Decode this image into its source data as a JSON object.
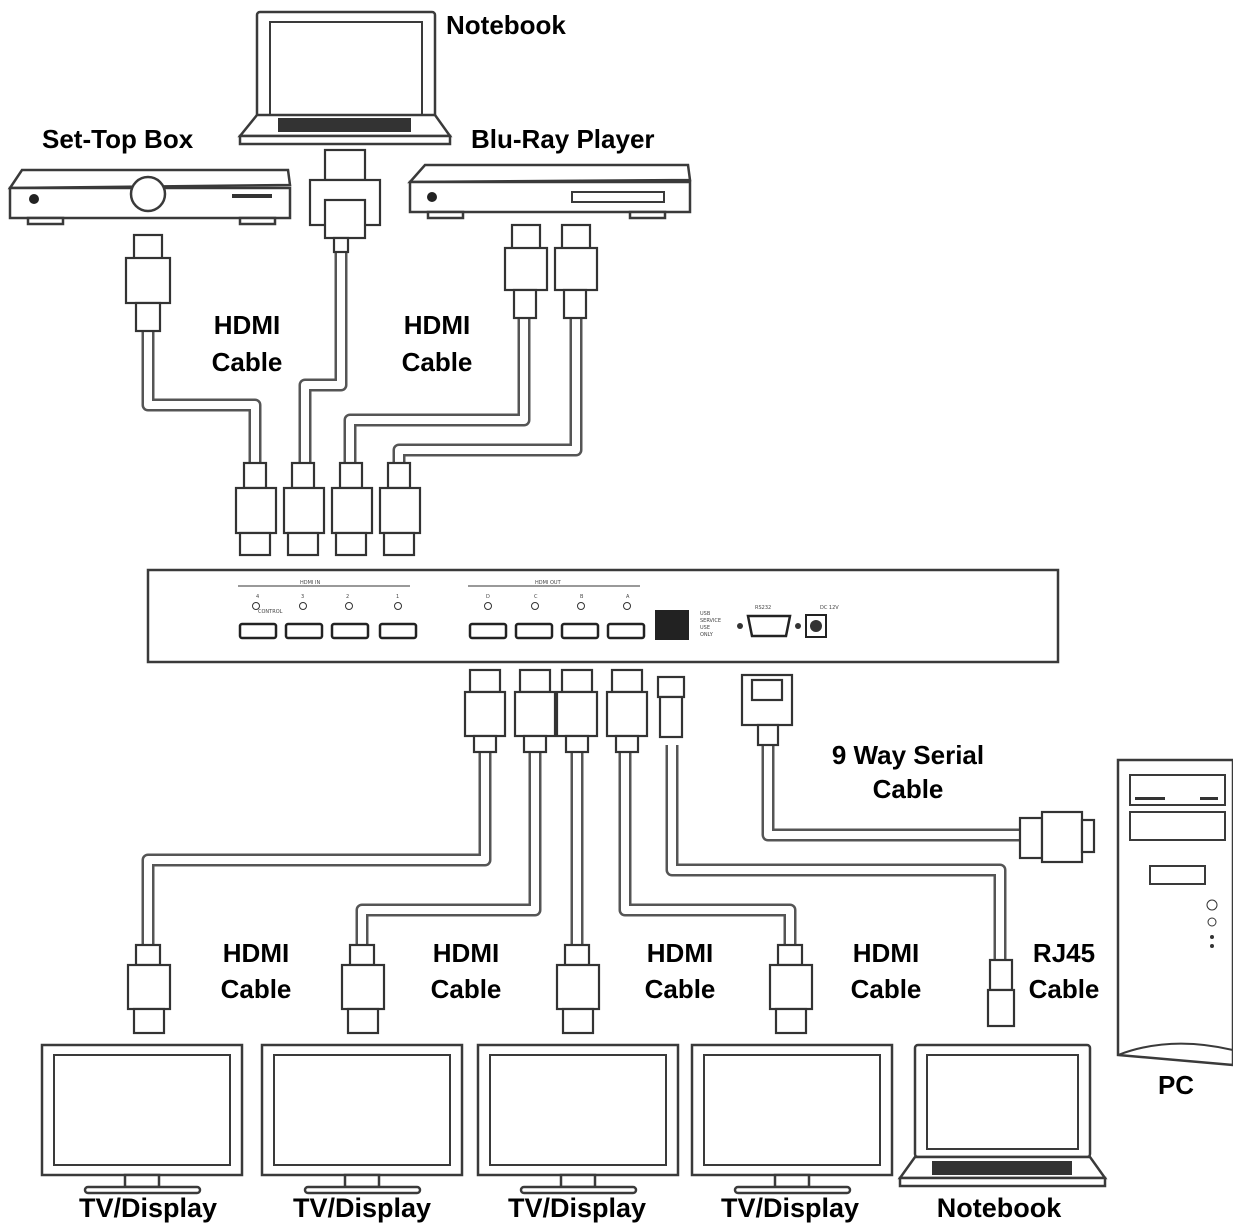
{
  "labels": {
    "notebook_top": "Notebook",
    "set_top_box": "Set-Top Box",
    "blu_ray_player": "Blu-Ray Player",
    "hdmi_cable_in_left": [
      "HDMI",
      "Cable"
    ],
    "hdmi_cable_in_right": [
      "HDMI",
      "Cable"
    ],
    "serial_cable": [
      "9 Way Serial",
      "Cable"
    ],
    "hdmi_cable_out_1": [
      "HDMI",
      "Cable"
    ],
    "hdmi_cable_out_2": [
      "HDMI",
      "Cable"
    ],
    "hdmi_cable_out_3": [
      "HDMI",
      "Cable"
    ],
    "hdmi_cable_out_4": [
      "HDMI",
      "Cable"
    ],
    "rj45_cable": [
      "RJ45",
      "Cable"
    ],
    "pc": "PC",
    "tv_display_1": "TV/Display",
    "tv_display_2": "TV/Display",
    "tv_display_3": "TV/Display",
    "tv_display_4": "TV/Display",
    "notebook_bottom": "Notebook"
  },
  "matrix_panel": {
    "hdmi_in": "HDMI IN",
    "hdmi_out": "HDMI OUT",
    "in_ports": [
      "4",
      "3",
      "2",
      "1"
    ],
    "out_ports": [
      "D",
      "C",
      "B",
      "A"
    ],
    "control": "CONTROL",
    "usb": [
      "USB",
      "SERVICE",
      "USE",
      "ONLY"
    ],
    "rs232": "RS232",
    "dc": "DC 12V"
  }
}
